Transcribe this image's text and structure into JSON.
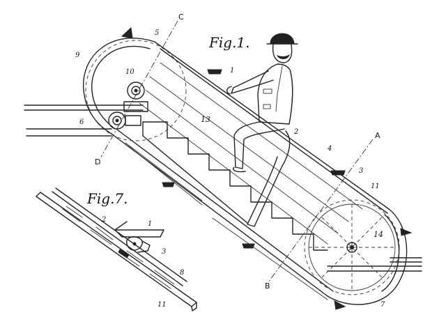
{
  "figures": {
    "fig1_title": "Fig.1.",
    "fig7_title": "Fig.7."
  },
  "section_letters": {
    "a": "A",
    "b": "B",
    "c": "C",
    "d": "D"
  },
  "fig1_refs": {
    "r1": "1",
    "r2": "2",
    "r3": "3",
    "r4": "4",
    "r5": "5",
    "r6": "6",
    "r7": "7",
    "r9": "9",
    "r10": "10",
    "r11": "11",
    "r13": "13",
    "r14": "14"
  },
  "fig7_refs": {
    "r1": "1",
    "r2": "2",
    "r3": "3",
    "r8": "8",
    "r11": "11"
  }
}
